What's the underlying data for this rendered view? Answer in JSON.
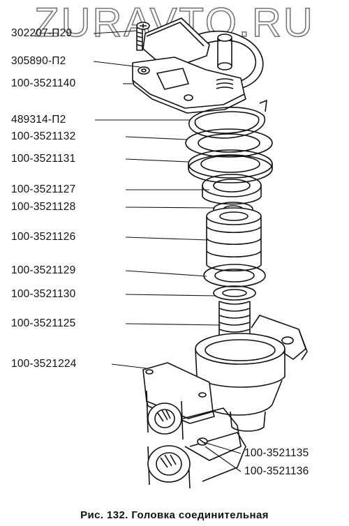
{
  "watermark": "ZURAVTO.RU",
  "caption": "Рис. 132. Головка соединительная",
  "labels": {
    "l1": "302207-П29",
    "l2": "305890-П2",
    "l3": "100-3521140",
    "l4": "489314-П2",
    "l5": "100-3521132",
    "l6": "100-3521131",
    "l7": "100-3521127",
    "l8": "100-3521128",
    "l9": "100-3521126",
    "l10": "100-3521129",
    "l11": "100-3521130",
    "l12": "100-3521125",
    "l13": "100-3521224",
    "l14": "100-3521135",
    "l15": "100-3521136"
  }
}
